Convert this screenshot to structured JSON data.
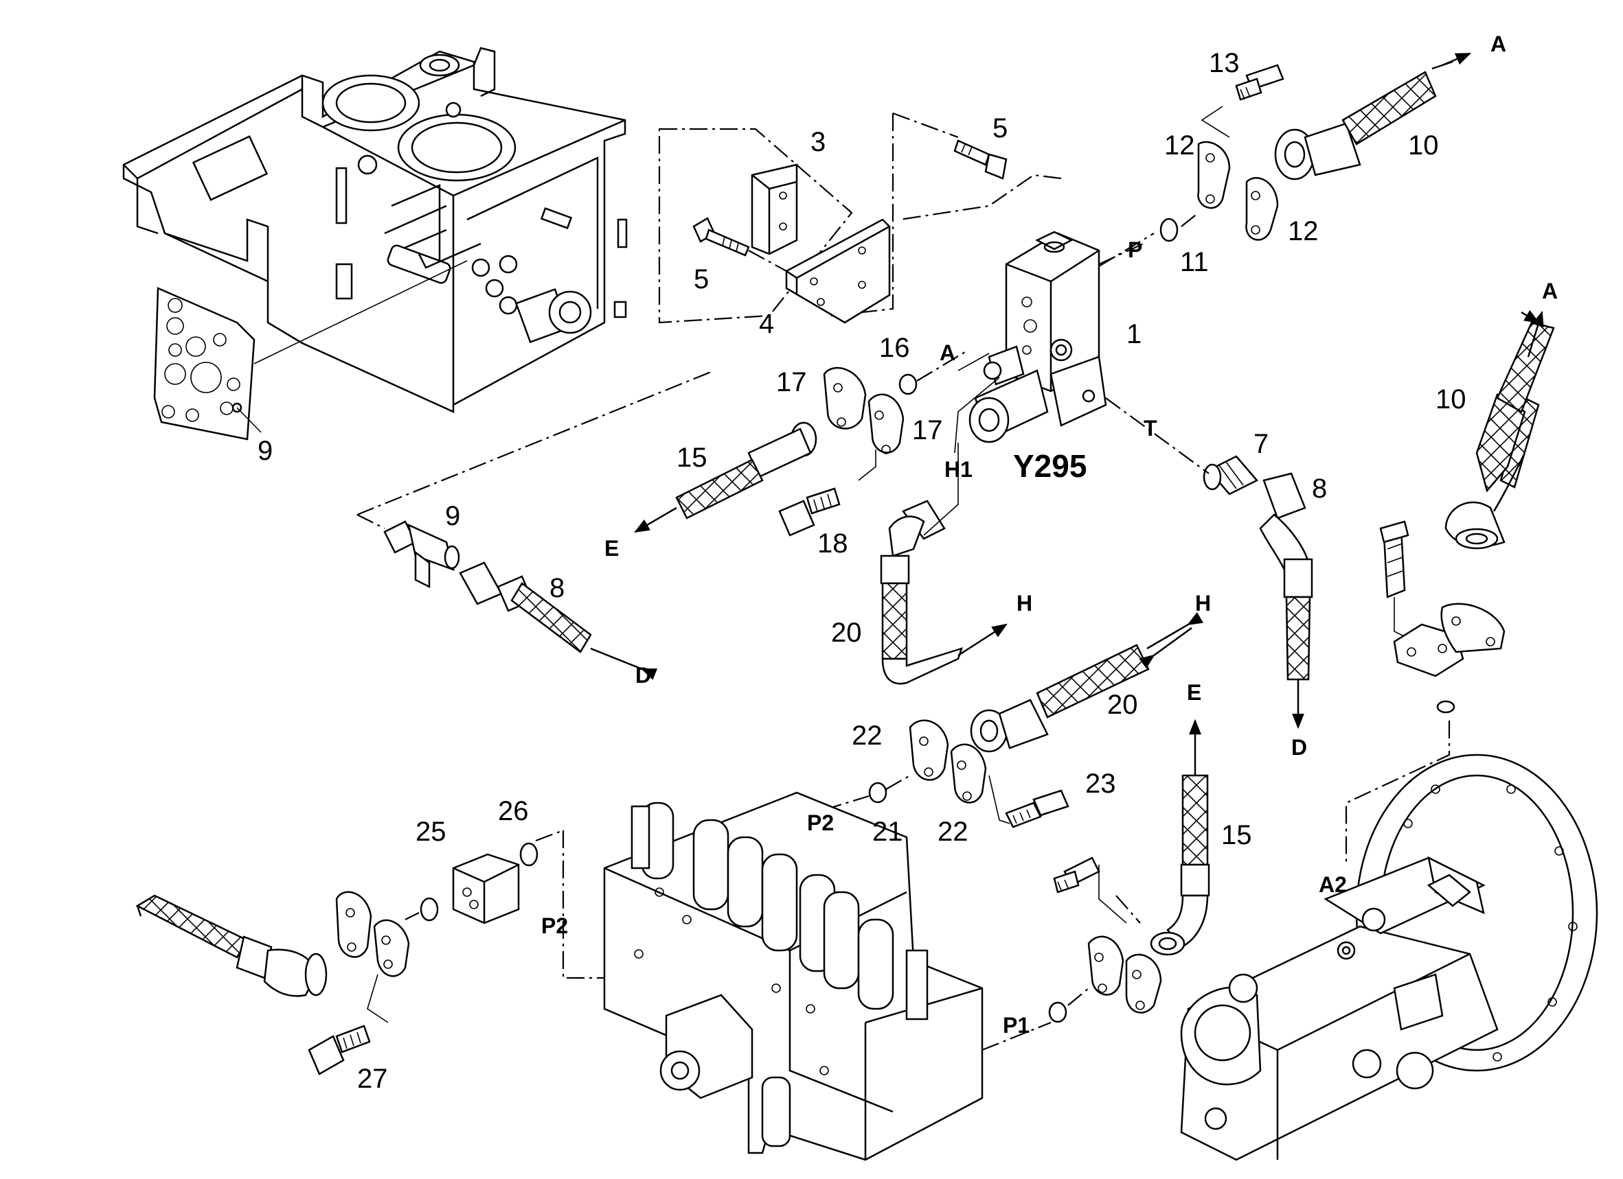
{
  "diagram": {
    "title": "Y295",
    "part_numbers": [
      {
        "id": "n1",
        "text": "1"
      },
      {
        "id": "n3",
        "text": "3"
      },
      {
        "id": "n4",
        "text": "4"
      },
      {
        "id": "n5a",
        "text": "5"
      },
      {
        "id": "n5b",
        "text": "5"
      },
      {
        "id": "n7",
        "text": "7"
      },
      {
        "id": "n8a",
        "text": "8"
      },
      {
        "id": "n8b",
        "text": "8"
      },
      {
        "id": "n9a",
        "text": "9"
      },
      {
        "id": "n9b",
        "text": "9"
      },
      {
        "id": "n10a",
        "text": "10"
      },
      {
        "id": "n10b",
        "text": "10"
      },
      {
        "id": "n11",
        "text": "11"
      },
      {
        "id": "n12a",
        "text": "12"
      },
      {
        "id": "n12b",
        "text": "12"
      },
      {
        "id": "n13",
        "text": "13"
      },
      {
        "id": "n15a",
        "text": "15"
      },
      {
        "id": "n15b",
        "text": "15"
      },
      {
        "id": "n16",
        "text": "16"
      },
      {
        "id": "n17a",
        "text": "17"
      },
      {
        "id": "n17b",
        "text": "17"
      },
      {
        "id": "n18",
        "text": "18"
      },
      {
        "id": "n20a",
        "text": "20"
      },
      {
        "id": "n20b",
        "text": "20"
      },
      {
        "id": "n21",
        "text": "21"
      },
      {
        "id": "n22a",
        "text": "22"
      },
      {
        "id": "n22b",
        "text": "22"
      },
      {
        "id": "n23",
        "text": "23"
      },
      {
        "id": "n25",
        "text": "25"
      },
      {
        "id": "n26",
        "text": "26"
      },
      {
        "id": "n27",
        "text": "27"
      }
    ],
    "port_labels": [
      {
        "id": "pP",
        "text": "P"
      },
      {
        "id": "pT",
        "text": "T"
      },
      {
        "id": "pA1",
        "text": "A"
      },
      {
        "id": "pH1",
        "text": "H1"
      },
      {
        "id": "pP2a",
        "text": "P2"
      },
      {
        "id": "pP2b",
        "text": "P2"
      },
      {
        "id": "pP1",
        "text": "P1"
      },
      {
        "id": "pA2",
        "text": "A2"
      }
    ],
    "arrow_labels": [
      {
        "id": "aA1",
        "text": "A"
      },
      {
        "id": "aA2",
        "text": "A"
      },
      {
        "id": "aE1",
        "text": "E"
      },
      {
        "id": "aE2",
        "text": "E"
      },
      {
        "id": "aD1",
        "text": "D"
      },
      {
        "id": "aD2",
        "text": "D"
      },
      {
        "id": "aH1",
        "text": "H"
      },
      {
        "id": "aH2",
        "text": "H"
      }
    ]
  }
}
